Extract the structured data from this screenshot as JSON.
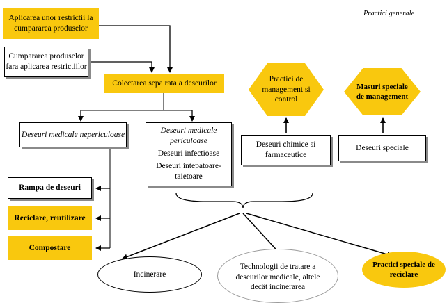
{
  "header": {
    "caption": "Practici generale"
  },
  "nodes": {
    "aplicarea": "Aplicarea unor restrictii la cumpararea produselor",
    "cumpararea": "Cumpararea produselor fara aplicarea restrictiilor",
    "colectarea": "Colectarea sepa rata a  deseurilor",
    "nepericuloase": "Deseuri medicale nepericuloase",
    "periculoase_title": "Deseuri medicale periculoase",
    "periculoase_item1": "Deseuri infectioase",
    "periculoase_item2": "Deseuri intepatoare-taietoare",
    "practici_management": "Practici de management si control",
    "chimice": "Deseuri chimice si farmaceutice",
    "masuri": "Masuri speciale de management",
    "speciale": "Deseuri speciale",
    "rampa": "Rampa de deseuri",
    "reciclare": "Reciclare, reutilizare",
    "compostare": "Compostare",
    "incinerare": "Incinerare",
    "tehnologii": "Technologii de tratare a deseurilor medicale, altele decât incinerarea",
    "practici_reciclare": "Practici speciale de reciclare"
  },
  "colors": {
    "accent": "#f9c80e",
    "shadow": "#8a8a8a"
  }
}
